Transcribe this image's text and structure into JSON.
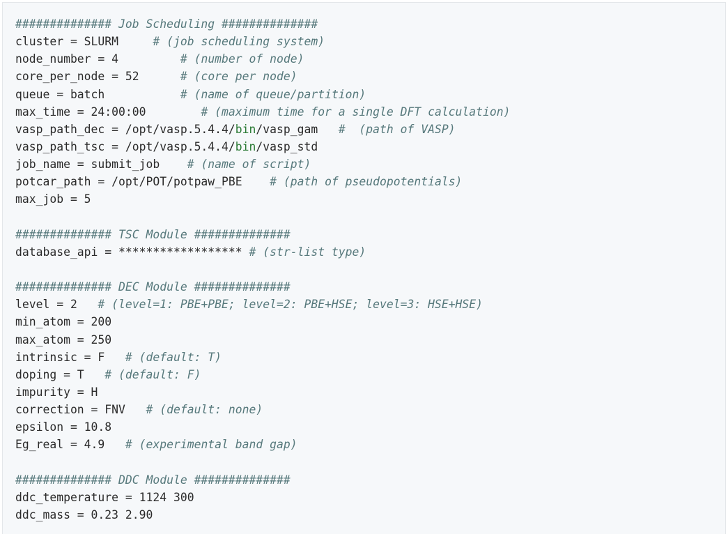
{
  "lines": [
    {
      "parts": [
        {
          "t": "############## Job Scheduling ##############",
          "k": "c"
        }
      ]
    },
    {
      "parts": [
        {
          "t": "cluster = SLURM     ",
          "k": ""
        },
        {
          "t": "# (job scheduling system)",
          "k": "c"
        }
      ]
    },
    {
      "parts": [
        {
          "t": "node_number = 4         ",
          "k": ""
        },
        {
          "t": "# (number of node)",
          "k": "c"
        }
      ]
    },
    {
      "parts": [
        {
          "t": "core_per_node = 52      ",
          "k": ""
        },
        {
          "t": "# (core per node)",
          "k": "c"
        }
      ]
    },
    {
      "parts": [
        {
          "t": "queue = batch           ",
          "k": ""
        },
        {
          "t": "# (name of queue/partition)",
          "k": "c"
        }
      ]
    },
    {
      "parts": [
        {
          "t": "max_time = 24:00:00        ",
          "k": ""
        },
        {
          "t": "# (maximum time for a single DFT calculation)",
          "k": "c"
        }
      ]
    },
    {
      "parts": [
        {
          "t": "vasp_path_dec = /opt/vasp.5.4.4/",
          "k": ""
        },
        {
          "t": "bin",
          "k": "hl"
        },
        {
          "t": "/vasp_gam   ",
          "k": ""
        },
        {
          "t": "#  (path of VASP)",
          "k": "c"
        }
      ]
    },
    {
      "parts": [
        {
          "t": "vasp_path_tsc = /opt/vasp.5.4.4/",
          "k": ""
        },
        {
          "t": "bin",
          "k": "hl"
        },
        {
          "t": "/vasp_std",
          "k": ""
        }
      ]
    },
    {
      "parts": [
        {
          "t": "job_name = submit_job    ",
          "k": ""
        },
        {
          "t": "# (name of script)",
          "k": "c"
        }
      ]
    },
    {
      "parts": [
        {
          "t": "potcar_path = /opt/POT/potpaw_PBE    ",
          "k": ""
        },
        {
          "t": "# (path of pseudopotentials)",
          "k": "c"
        }
      ]
    },
    {
      "parts": [
        {
          "t": "max_job = 5",
          "k": ""
        }
      ]
    },
    {
      "parts": []
    },
    {
      "parts": [
        {
          "t": "############## TSC Module ##############",
          "k": "c"
        }
      ]
    },
    {
      "parts": [
        {
          "t": "database_api = ****************** ",
          "k": ""
        },
        {
          "t": "# (str-list type)",
          "k": "c"
        }
      ]
    },
    {
      "parts": []
    },
    {
      "parts": [
        {
          "t": "############## DEC Module ##############",
          "k": "c"
        }
      ]
    },
    {
      "parts": [
        {
          "t": "level = 2   ",
          "k": ""
        },
        {
          "t": "# (level=1: PBE+PBE; level=2: PBE+HSE; level=3: HSE+HSE)",
          "k": "c"
        }
      ]
    },
    {
      "parts": [
        {
          "t": "min_atom = 200",
          "k": ""
        }
      ]
    },
    {
      "parts": [
        {
          "t": "max_atom = 250",
          "k": ""
        }
      ]
    },
    {
      "parts": [
        {
          "t": "intrinsic = F   ",
          "k": ""
        },
        {
          "t": "# (default: T)",
          "k": "c"
        }
      ]
    },
    {
      "parts": [
        {
          "t": "doping = T   ",
          "k": ""
        },
        {
          "t": "# (default: F)",
          "k": "c"
        }
      ]
    },
    {
      "parts": [
        {
          "t": "impurity = H",
          "k": ""
        }
      ]
    },
    {
      "parts": [
        {
          "t": "correction = FNV   ",
          "k": ""
        },
        {
          "t": "# (default: none)",
          "k": "c"
        }
      ]
    },
    {
      "parts": [
        {
          "t": "epsilon = 10.8",
          "k": ""
        }
      ]
    },
    {
      "parts": [
        {
          "t": "Eg_real = 4.9   ",
          "k": ""
        },
        {
          "t": "# (experimental band gap)",
          "k": "c"
        }
      ]
    },
    {
      "parts": []
    },
    {
      "parts": [
        {
          "t": "############## DDC Module ##############",
          "k": "c"
        }
      ]
    },
    {
      "parts": [
        {
          "t": "ddc_temperature = 1124 300",
          "k": ""
        }
      ]
    },
    {
      "parts": [
        {
          "t": "ddc_mass = 0.23 2.90",
          "k": ""
        }
      ]
    }
  ]
}
